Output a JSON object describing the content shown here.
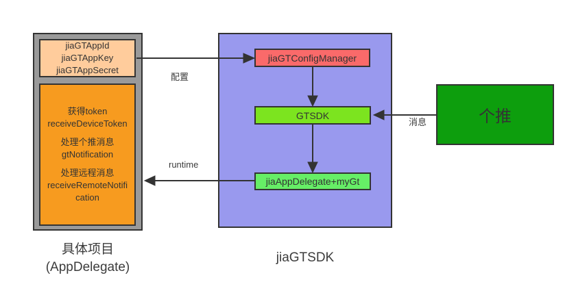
{
  "colors": {
    "container_gray": "#9A9A9A",
    "credentials_peach": "#FFCC9C",
    "handlers_orange": "#F79B1F",
    "sdk_panel_purple": "#9999EE",
    "config_manager_red": "#FA6A6A",
    "gtsdk_green": "#7CE41F",
    "app_delegate_green": "#66EE66",
    "getui_dark_green": "#0D9E0D",
    "stroke_dark": "#333333"
  },
  "left_panel": {
    "caption_line1": "具体项目",
    "caption_line2": "(AppDelegate)",
    "credentials_box": {
      "lines": [
        "jiaGTAppId",
        "jiaGTAppKey",
        "jiaGTAppSecret"
      ]
    },
    "handlers_box": {
      "blocks": [
        {
          "zh": "获得token",
          "en": "receiveDeviceToken"
        },
        {
          "zh": "处理个推消息",
          "en": "gtNotification"
        },
        {
          "zh": "处理远程消息",
          "en": "receiveRemoteNotification"
        }
      ]
    }
  },
  "sdk_panel": {
    "caption": "jiaGTSDK",
    "config_manager_label": "jiaGTConfigManager",
    "gtsdk_label": "GTSDK",
    "app_delegate_label": "jiaAppDelegate+myGt"
  },
  "getui_box": {
    "label": "个推"
  },
  "arrows": {
    "config_label": "配置",
    "message_label": "消息",
    "runtime_label": "runtime"
  }
}
